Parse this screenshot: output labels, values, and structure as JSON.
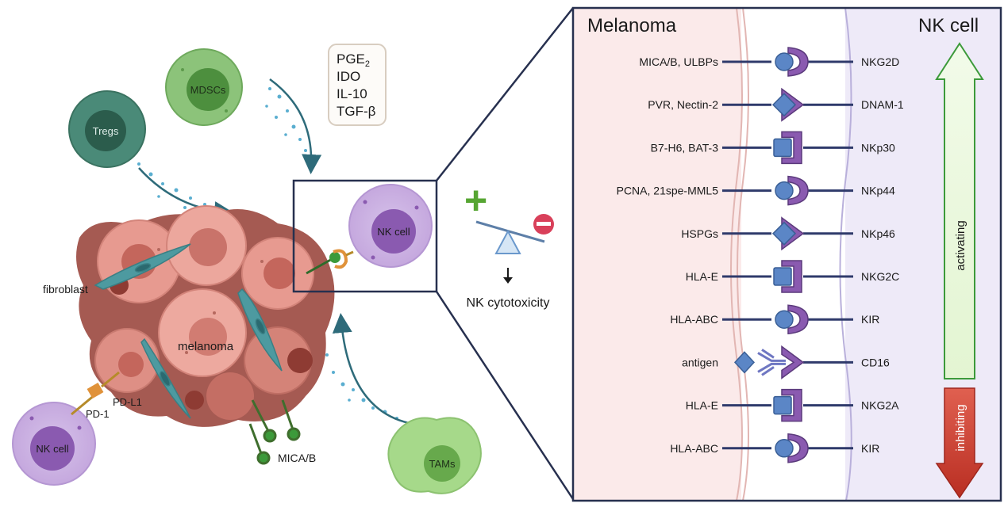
{
  "left_panel": {
    "cells": {
      "mdscs": "MDSCs",
      "tregs": "Tregs",
      "tams": "TAMs",
      "nk_cell_top": "NK cell",
      "nk_cell_bottom": "NK cell"
    },
    "labels": {
      "melanoma": "melanoma",
      "fibroblast": "fibroblast",
      "pd_l1": "PD-L1",
      "pd_1": "PD-1",
      "mica_b": "MICA/B"
    },
    "factors": {
      "pge": "PGE",
      "pge_sub": "2",
      "ido": "IDO",
      "il10": "IL-10",
      "tgfb": "TGF-β"
    },
    "balance": {
      "plus": "+",
      "caption": "NK cytotoxicity"
    }
  },
  "right_panel": {
    "header_left": "Melanoma",
    "header_right": "NK cell",
    "activating_label": "activating",
    "inhibiting_label": "inhibiting",
    "pairs": [
      {
        "ligand": "MICA/B, ULBPs",
        "receptor": "NKG2D",
        "ligand_shape": "round"
      },
      {
        "ligand": "PVR, Nectin-2",
        "receptor": "DNAM-1",
        "ligand_shape": "diamond"
      },
      {
        "ligand": "B7-H6, BAT-3",
        "receptor": "NKp30",
        "ligand_shape": "square"
      },
      {
        "ligand": "PCNA, 21spe-MML5",
        "receptor": "NKp44",
        "ligand_shape": "round"
      },
      {
        "ligand": "HSPGs",
        "receptor": "NKp46",
        "ligand_shape": "diamond"
      },
      {
        "ligand": "HLA-E",
        "receptor": "NKG2C",
        "ligand_shape": "square"
      },
      {
        "ligand": "HLA-ABC",
        "receptor": "KIR",
        "ligand_shape": "round"
      },
      {
        "ligand": "antigen",
        "receptor": "CD16",
        "ligand_shape": "antibody"
      },
      {
        "ligand": "HLA-E",
        "receptor": "NKG2A",
        "ligand_shape": "square"
      },
      {
        "ligand": "HLA-ABC",
        "receptor": "KIR",
        "ligand_shape": "round"
      }
    ],
    "colors": {
      "melanoma_bg": "#fbeaea",
      "nk_bg": "#eeeaf8",
      "ligand_blue": "#5b86c6",
      "receptor_purple": "#8a5ab0",
      "activating_green": "#3c9a3a",
      "inhibiting_red": "#c23a2f"
    }
  }
}
